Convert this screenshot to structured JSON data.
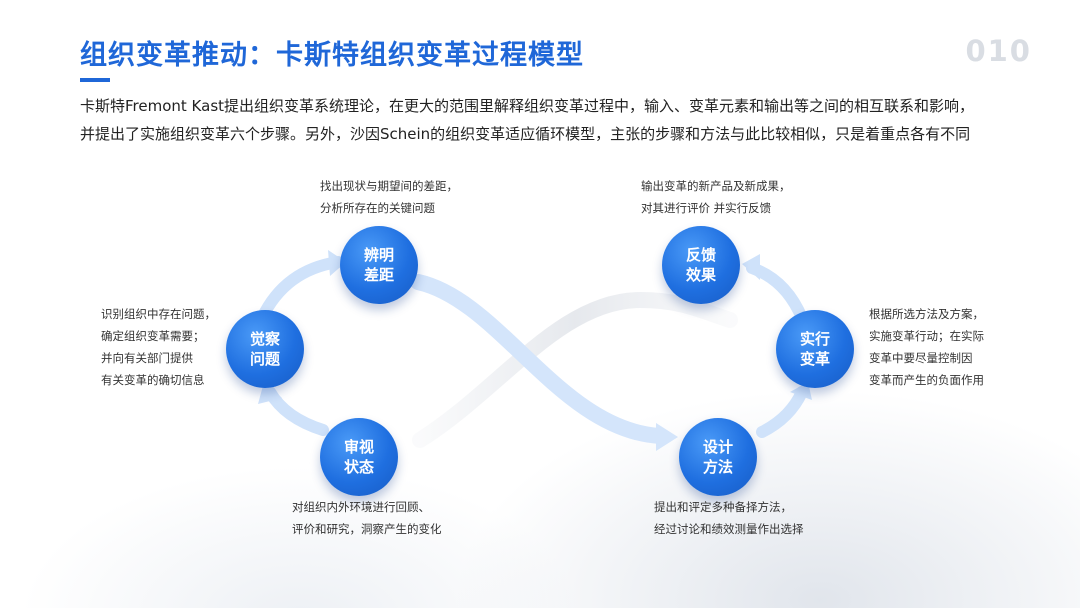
{
  "header": {
    "title": "组织变革推动：卡斯特组织变革过程模型",
    "page_number": "010"
  },
  "intro": {
    "line1": "卡斯特Fremont Kast提出组织变革系统理论，在更大的范围里解释组织变革过程中，输入、变革元素和输出等之间的相互联系和影响，",
    "line2": "并提出了实施组织变革六个步骤。另外，沙因Schein的组织变革适应循环模型，主张的步骤和方法与此比较相似，只是着重点各有不同"
  },
  "colors": {
    "accent": "#1f67d8",
    "node": "#1f6fe0",
    "arrow": "#cfe2fa"
  },
  "steps": [
    {
      "line1": "觉察",
      "line2": "问题",
      "note": [
        "识别组织中存在问题，",
        "确定组织变革需要；",
        "并向有关部门提供",
        "有关变革的确切信息"
      ]
    },
    {
      "line1": "辨明",
      "line2": "差距",
      "note": [
        "找出现状与期望间的差距，",
        "分析所存在的关键问题"
      ]
    },
    {
      "line1": "设计",
      "line2": "方法",
      "note": [
        "提出和评定多种备择方法，",
        "经过讨论和绩效测量作出选择"
      ]
    },
    {
      "line1": "实行",
      "line2": "变革",
      "note": [
        "根据所选方法及方案，",
        "实施变革行动；在实际",
        "变革中要尽量控制因",
        "变革而产生的负面作用"
      ]
    },
    {
      "line1": "反馈",
      "line2": "效果",
      "note": [
        "输出变革的新产品及新成果，",
        "对其进行评价 并实行反馈"
      ]
    },
    {
      "line1": "审视",
      "line2": "状态",
      "note": [
        "对组织内外环境进行回顾、",
        "评价和研究，洞察产生的变化"
      ]
    }
  ]
}
